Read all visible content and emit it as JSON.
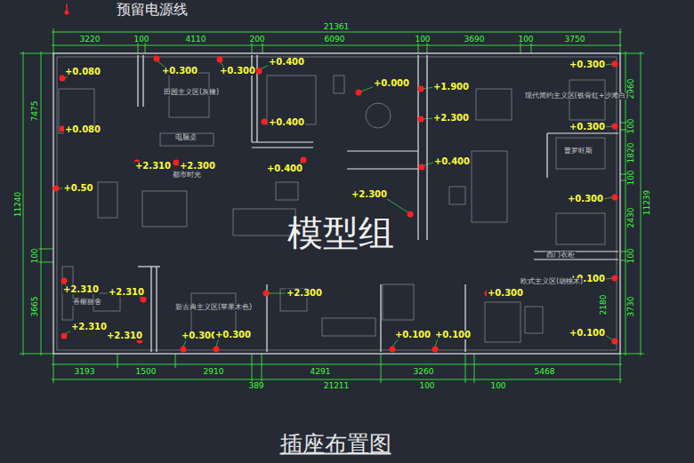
{
  "diagram": {
    "caption": "插座布置图",
    "labels": [
      "21361",
      "3220",
      "100",
      "4110",
      "200",
      "6090",
      "100",
      "3690",
      "100",
      "3750",
      "11240",
      "7475",
      "100",
      "3665",
      "2960",
      "100",
      "1820",
      "100",
      "2430",
      "100",
      "3730",
      "11239",
      "2180",
      "3193",
      "1500",
      "2910",
      "4291",
      "3260",
      "5468",
      "389",
      "21211",
      "100",
      "100",
      "+0.080",
      "+0.080",
      "+0.300",
      "+0.300",
      "+0.400",
      "+0.400",
      "+0.000",
      "+1.900",
      "+2.300",
      "+0.300",
      "+0.300",
      "+2.310",
      "+2.300",
      "+0.400",
      "+0.400",
      "+0.50",
      "+2.300",
      "+0.300",
      "+0.100",
      "+0.100",
      "+2.310",
      "+2.310",
      "+2.300",
      "+0.300",
      "+2.310",
      "+2.310",
      "+0.300",
      "+0.300",
      "+0.100",
      "+0.100",
      "田园主义区(灰橡)",
      "电脑桌",
      "都市时光",
      "新古典主义区(苹果木色)",
      "现代简约主义区(铁骨红+沙滩白)",
      "普罗旺斯",
      "西门衣柜",
      "欧式主义区(胡桃木)",
      "香榭丽舍",
      "模型组"
    ],
    "legend": [
      {
        "text": "预留电源线"
      }
    ]
  }
}
